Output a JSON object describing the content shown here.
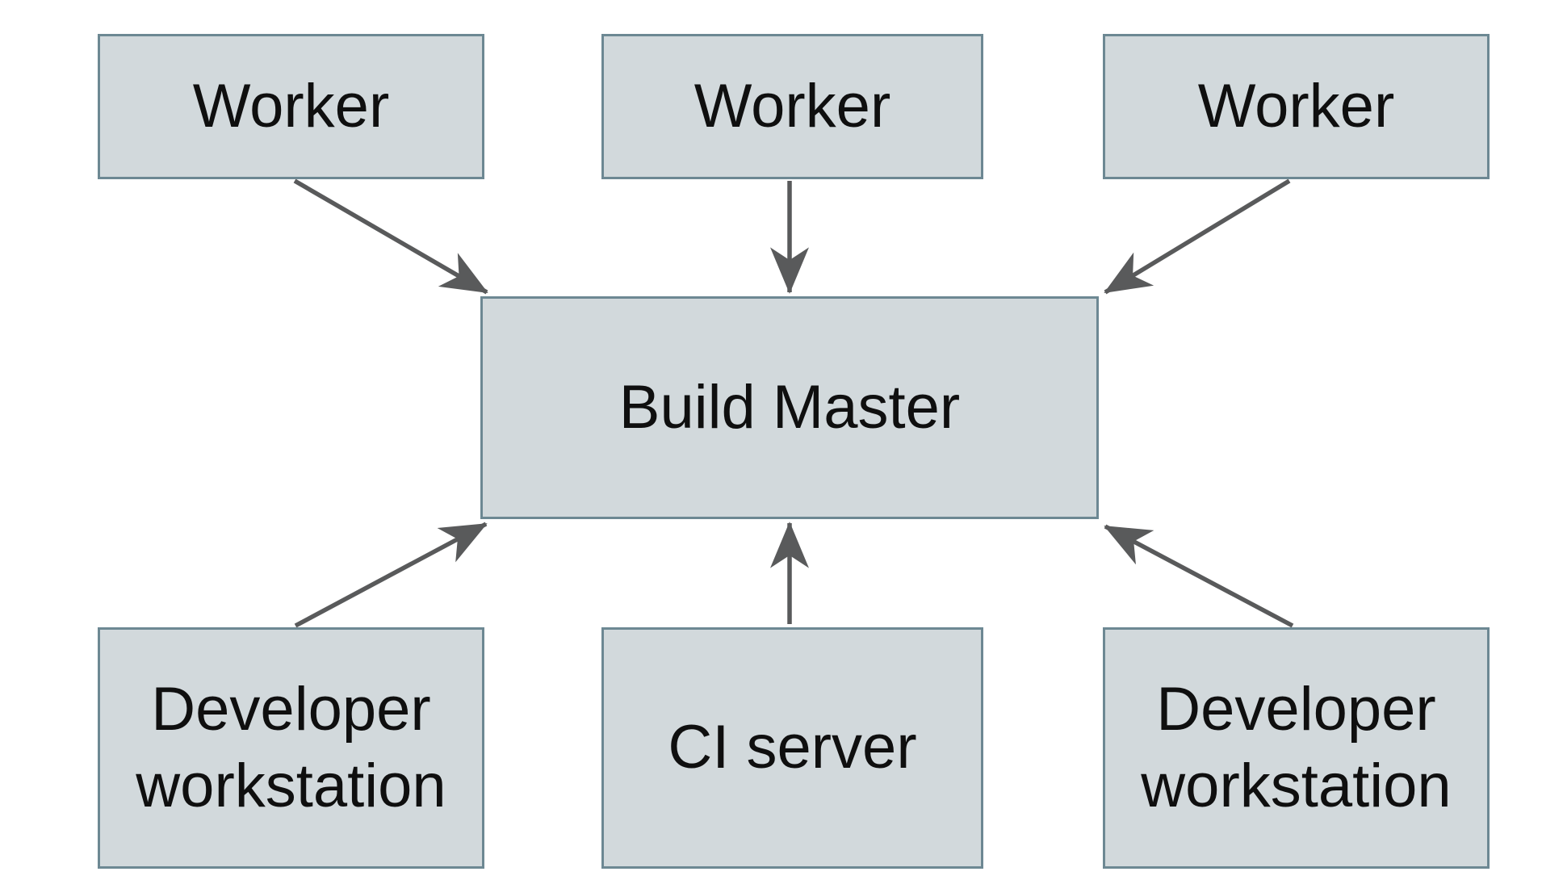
{
  "diagram": {
    "description": "Build farm architecture diagram",
    "nodes": {
      "worker_1": {
        "label": "Worker"
      },
      "worker_2": {
        "label": "Worker"
      },
      "worker_3": {
        "label": "Worker"
      },
      "build_master": {
        "label": "Build Master"
      },
      "dev_ws_1": {
        "label": "Developer workstation"
      },
      "ci_server": {
        "label": "CI server"
      },
      "dev_ws_2": {
        "label": "Developer workstation"
      }
    },
    "edges": [
      {
        "from": "worker_1",
        "to": "build_master"
      },
      {
        "from": "worker_2",
        "to": "build_master"
      },
      {
        "from": "worker_3",
        "to": "build_master"
      },
      {
        "from": "dev_ws_1",
        "to": "build_master"
      },
      {
        "from": "ci_server",
        "to": "build_master"
      },
      {
        "from": "dev_ws_2",
        "to": "build_master"
      }
    ],
    "colors": {
      "background": "#ffffff",
      "node_fill": "#d2d9dc",
      "node_border": "#6d8893",
      "arrow": "#595a5b",
      "text": "#0f0f0f"
    }
  }
}
